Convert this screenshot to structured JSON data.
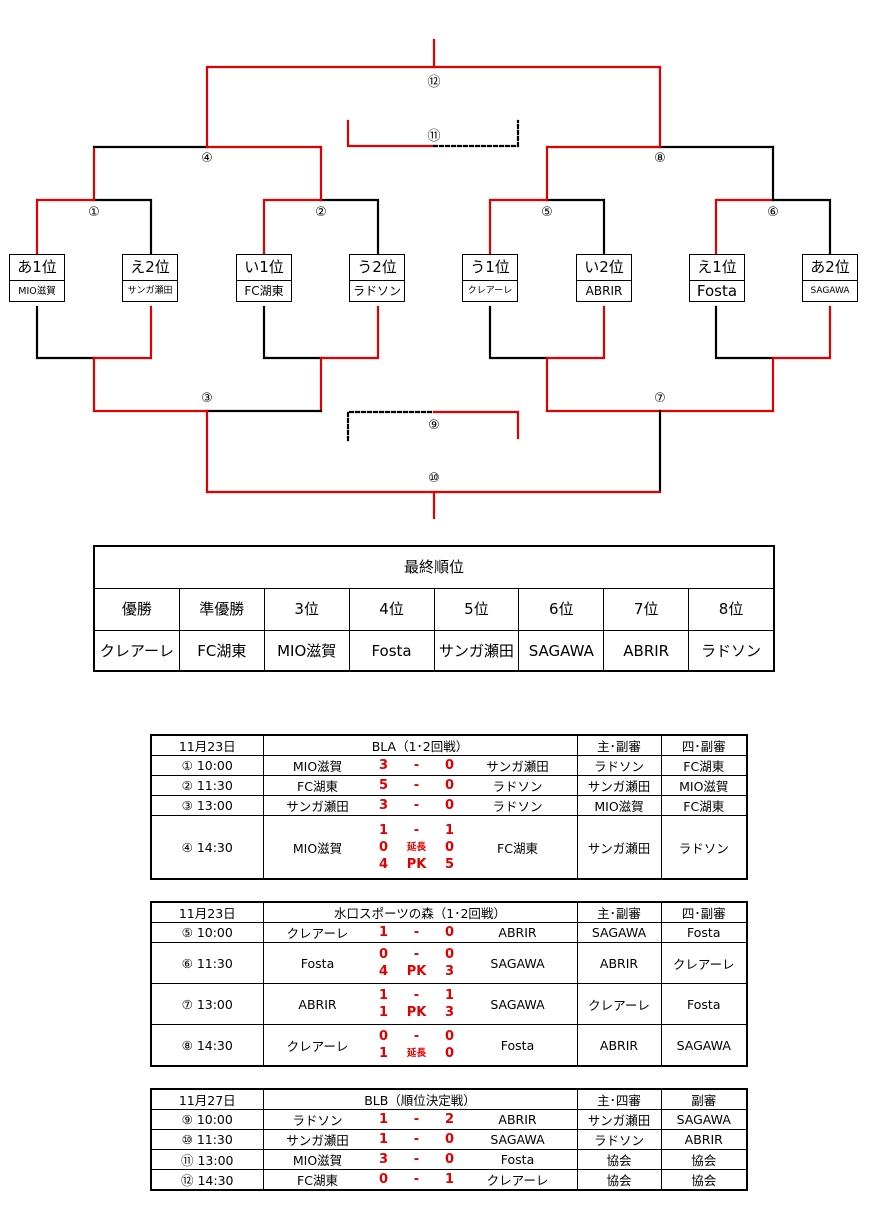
{
  "bracket": {
    "seeds": [
      {
        "rank": "あ1位",
        "team": "MIO滋賀"
      },
      {
        "rank": "え2位",
        "team": "サンガ瀬田"
      },
      {
        "rank": "い1位",
        "team": "FC湖東"
      },
      {
        "rank": "う2位",
        "team": "ラドソン"
      },
      {
        "rank": "う1位",
        "team": "クレアーレ"
      },
      {
        "rank": "い2位",
        "team": "ABRIR"
      },
      {
        "rank": "え1位",
        "team": "Fosta"
      },
      {
        "rank": "あ2位",
        "team": "SAGAWA"
      }
    ],
    "match_numbers": {
      "m1": "①",
      "m2": "②",
      "m3": "③",
      "m4": "④",
      "m5": "⑤",
      "m6": "⑥",
      "m7": "⑦",
      "m8": "⑧",
      "m9": "⑨",
      "m10": "⑩",
      "m11": "⑪",
      "m12": "⑫"
    },
    "colors": {
      "winner_line": "#e00000",
      "normal_line": "#000000"
    }
  },
  "standings": {
    "title": "最終順位",
    "positions": [
      "優勝",
      "準優勝",
      "3位",
      "4位",
      "5位",
      "6位",
      "7位",
      "8位"
    ],
    "teams": [
      "クレアーレ",
      "FC湖東",
      "MIO滋賀",
      "Fosta",
      "サンガ瀬田",
      "SAGAWA",
      "ABRIR",
      "ラドソン"
    ]
  },
  "schedules": [
    {
      "date": "11月23日",
      "venue": "BLA（1･2回戦）",
      "ref1_header": "主･副審",
      "ref2_header": "四･副審",
      "matches": [
        {
          "time": "① 10:00",
          "team_a": "MIO滋賀",
          "team_b": "サンガ瀬田",
          "score_lines": [
            {
              "a": "3",
              "mid": "-",
              "b": "0"
            }
          ],
          "ref1": "ラドソン",
          "ref2": "FC湖東"
        },
        {
          "time": "② 11:30",
          "team_a": "FC湖東",
          "team_b": "ラドソン",
          "score_lines": [
            {
              "a": "5",
              "mid": "-",
              "b": "0"
            }
          ],
          "ref1": "サンガ瀬田",
          "ref2": "MIO滋賀"
        },
        {
          "time": "③ 13:00",
          "team_a": "サンガ瀬田",
          "team_b": "ラドソン",
          "score_lines": [
            {
              "a": "3",
              "mid": "-",
              "b": "0"
            }
          ],
          "ref1": "MIO滋賀",
          "ref2": "FC湖東"
        },
        {
          "time": "④ 14:30",
          "team_a": "MIO滋賀",
          "team_b": "FC湖東",
          "score_lines": [
            {
              "a": "1",
              "mid": "-",
              "b": "1"
            },
            {
              "a": "0",
              "mid": "延長",
              "b": "0"
            },
            {
              "a": "4",
              "mid": "PK",
              "b": "5"
            }
          ],
          "ref1": "サンガ瀬田",
          "ref2": "ラドソン"
        }
      ]
    },
    {
      "date": "11月23日",
      "venue": "水口スポーツの森（1･2回戦）",
      "ref1_header": "主･副審",
      "ref2_header": "四･副審",
      "matches": [
        {
          "time": "⑤ 10:00",
          "team_a": "クレアーレ",
          "team_b": "ABRIR",
          "score_lines": [
            {
              "a": "1",
              "mid": "-",
              "b": "0"
            }
          ],
          "ref1": "SAGAWA",
          "ref2": "Fosta"
        },
        {
          "time": "⑥ 11:30",
          "team_a": "Fosta",
          "team_b": "SAGAWA",
          "score_lines": [
            {
              "a": "0",
              "mid": "-",
              "b": "0"
            },
            {
              "a": "4",
              "mid": "PK",
              "b": "3"
            }
          ],
          "ref1": "ABRIR",
          "ref2": "クレアーレ"
        },
        {
          "time": "⑦ 13:00",
          "team_a": "ABRIR",
          "team_b": "SAGAWA",
          "score_lines": [
            {
              "a": "1",
              "mid": "-",
              "b": "1"
            },
            {
              "a": "1",
              "mid": "PK",
              "b": "3"
            }
          ],
          "ref1": "クレアーレ",
          "ref2": "Fosta"
        },
        {
          "time": "⑧ 14:30",
          "team_a": "クレアーレ",
          "team_b": "Fosta",
          "score_lines": [
            {
              "a": "0",
              "mid": "-",
              "b": "0"
            },
            {
              "a": "1",
              "mid": "延長",
              "b": "0"
            }
          ],
          "ref1": "ABRIR",
          "ref2": "SAGAWA"
        }
      ]
    },
    {
      "date": "11月27日",
      "venue": "BLB（順位決定戦）",
      "ref1_header": "主･四審",
      "ref2_header": "副審",
      "matches": [
        {
          "time": "⑨ 10:00",
          "team_a": "ラドソン",
          "team_b": "ABRIR",
          "score_lines": [
            {
              "a": "1",
              "mid": "-",
              "b": "2"
            }
          ],
          "ref1": "サンガ瀬田",
          "ref2": "SAGAWA"
        },
        {
          "time": "⑩ 11:30",
          "team_a": "サンガ瀬田",
          "team_b": "SAGAWA",
          "score_lines": [
            {
              "a": "1",
              "mid": "-",
              "b": "0"
            }
          ],
          "ref1": "ラドソン",
          "ref2": "ABRIR"
        },
        {
          "time": "⑪ 13:00",
          "team_a": "MIO滋賀",
          "team_b": "Fosta",
          "score_lines": [
            {
              "a": "3",
              "mid": "-",
              "b": "0"
            }
          ],
          "ref1": "協会",
          "ref2": "協会"
        },
        {
          "time": "⑫ 14:30",
          "team_a": "FC湖東",
          "team_b": "クレアーレ",
          "score_lines": [
            {
              "a": "0",
              "mid": "-",
              "b": "1"
            }
          ],
          "ref1": "協会",
          "ref2": "協会"
        }
      ]
    }
  ]
}
